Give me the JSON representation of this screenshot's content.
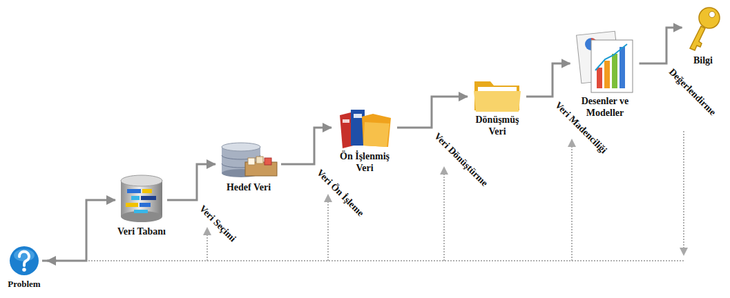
{
  "diagram": {
    "nodes": [
      {
        "text": [
          "Problem"
        ]
      },
      {
        "text": [
          "Veri Tabanı"
        ]
      },
      {
        "text": [
          "Hedef Veri"
        ]
      },
      {
        "text": [
          "Ön İşlenmiş Veri"
        ]
      },
      {
        "text": [
          "Dönüşmüş Veri"
        ]
      },
      {
        "text": [
          "Desenler ve Modeller"
        ]
      },
      {
        "text": [
          "Bilgi"
        ]
      }
    ],
    "edges": [
      {
        "from": 0,
        "to": 1,
        "arrow": "to"
      },
      {
        "from": 1,
        "to": 2,
        "label": "Veri Seçimi",
        "arrow": "to"
      },
      {
        "from": 2,
        "to": 3,
        "label": "Veri Ön İşleme",
        "arrow": "to"
      },
      {
        "from": 3,
        "to": 4,
        "label": "Veri Dönüştürme",
        "arrow": "to"
      },
      {
        "from": 4,
        "to": 5,
        "label": "Veri Madenciliği",
        "arrow": "to"
      },
      {
        "from": 5,
        "to": 6,
        "label": "Değerlendirme",
        "arrow": "to"
      }
    ]
  }
}
